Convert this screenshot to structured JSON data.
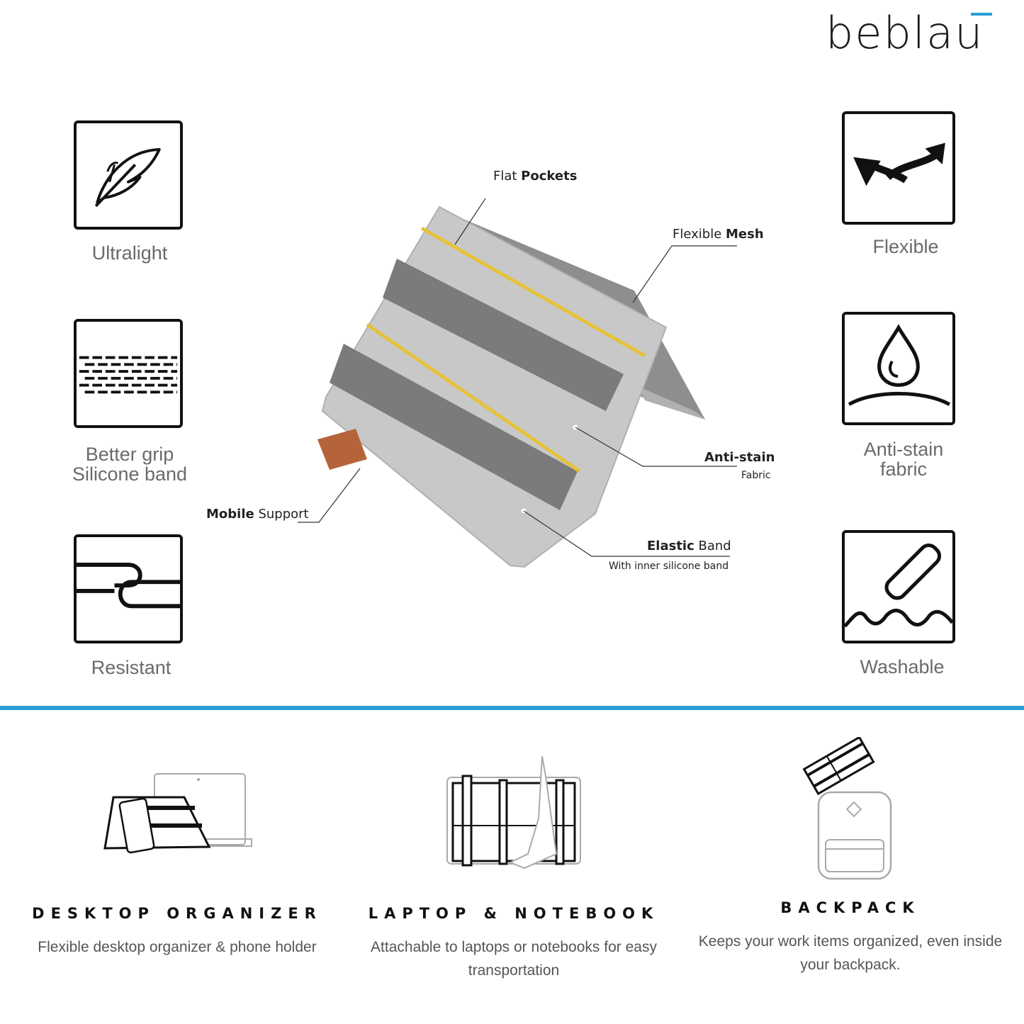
{
  "brand": {
    "logo": "beblau",
    "accent_color": "#2a9fd6"
  },
  "features_left": [
    {
      "label_lines": [
        "Ultralight"
      ],
      "icon": "feather-icon"
    },
    {
      "label_lines": [
        "Better grip",
        "Silicone band"
      ],
      "icon": "grip-lines-icon"
    },
    {
      "label_lines": [
        "Resistant"
      ],
      "icon": "resistant-strap-icon"
    }
  ],
  "features_right": [
    {
      "label_lines": [
        "Flexible"
      ],
      "icon": "flex-arrows-icon"
    },
    {
      "label_lines": [
        "Anti-stain",
        "fabric"
      ],
      "icon": "water-drop-icon"
    },
    {
      "label_lines": [
        "Washable"
      ],
      "icon": "wash-waves-icon"
    }
  ],
  "callouts": {
    "flat_pockets": {
      "light": "Flat ",
      "bold": "Pockets"
    },
    "flexible_mesh": {
      "light": "Flexible ",
      "bold": "Mesh"
    },
    "anti_stain": {
      "bold": "Anti-stain",
      "sub": "Fabric"
    },
    "elastic_band": {
      "bold": "Elastic",
      "light": " Band",
      "sub": "With inner silicone band"
    },
    "mobile_support": {
      "bold": "Mobile",
      "light": " Support"
    }
  },
  "usages": [
    {
      "title": "DESKTOP ORGANIZER",
      "desc_lines": [
        "Flexible desktop organizer & phone holder"
      ],
      "icon": "desktop-organizer-illustration"
    },
    {
      "title": "LAPTOP & NOTEBOOK",
      "desc_lines": [
        "Attachable to laptops or notebooks for easy",
        "transportation"
      ],
      "icon": "laptop-notebook-illustration"
    },
    {
      "title": "BACKPACK",
      "desc_lines": [
        "Keeps your work items organized, even inside",
        "your backpack."
      ],
      "icon": "backpack-illustration"
    }
  ],
  "colors": {
    "fabric": "#c9c9c9",
    "band": "#7d7d7d",
    "stripe": "#e7c53a",
    "tab": "#b5643a"
  }
}
